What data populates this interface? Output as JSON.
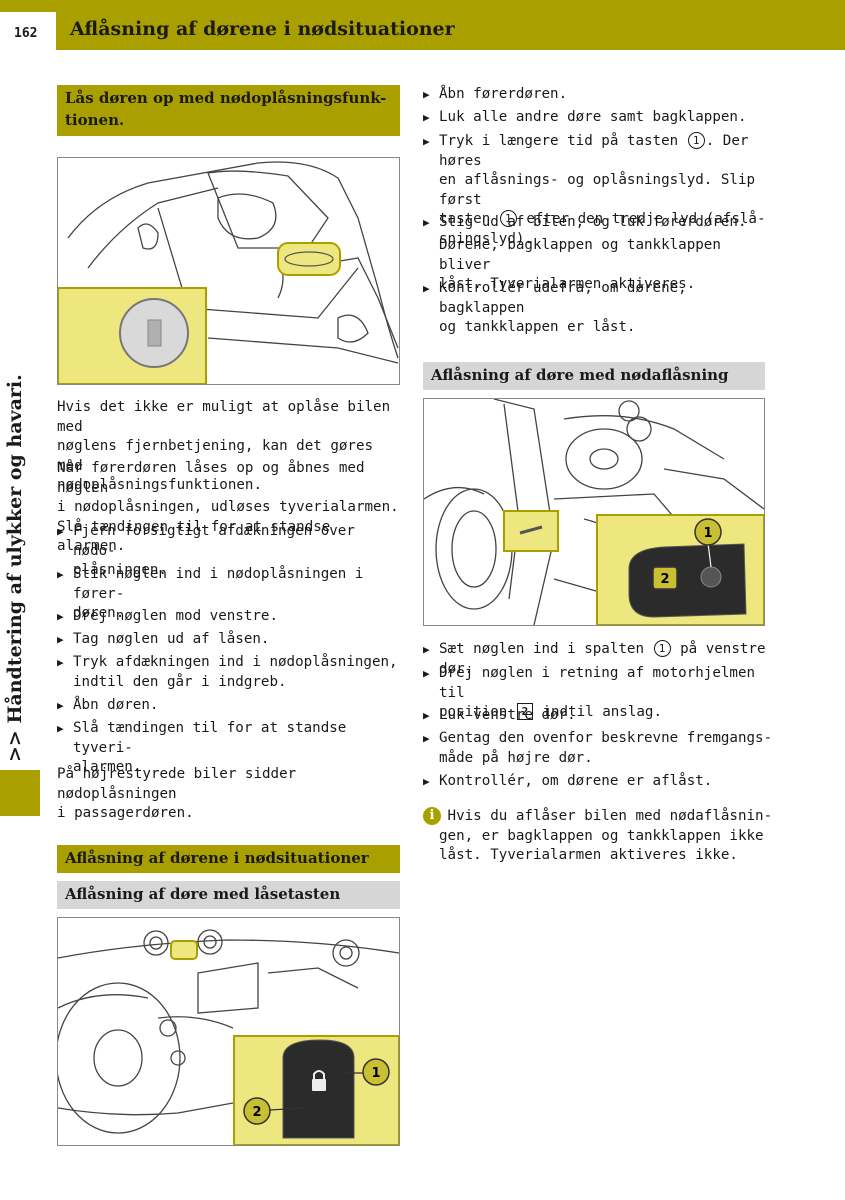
{
  "header": {
    "page_number": "162",
    "title": "Aflåsning af dørene i nødsituationer"
  },
  "sidebar": {
    "label": ">> Håndtering af ulykker og havari."
  },
  "left": {
    "section1_heading": "Lås døren op med nødoplåsningsfunk-tionen.",
    "intro_lines": [
      "Hvis det ikke er muligt at oplåse bilen med",
      "nøglens fjernbetjening, kan det gøres med",
      "nødoplåsningsfunktionen.",
      "Når førerdøren låses op og åbnes med nøglen",
      "i nødoplåsningen, udløses tyverialarmen.",
      "Slå tændingen til for at standse alarmen."
    ],
    "steps": [
      [
        "Fjern forsigtigt afdækningen over nødo-",
        "plåsningen."
      ],
      [
        "Stik nøglen ind i nødoplåsningen i fører-",
        "døren."
      ],
      [
        "Drej nøglen mod venstre."
      ],
      [
        "Tag nøglen ud af låsen."
      ],
      [
        "Tryk afdækningen ind i nødoplåsningen,",
        "indtil den går i indgreb."
      ],
      [
        "Åbn døren."
      ],
      [
        "Slå tændingen til for at standse tyveri-",
        "alarmen."
      ]
    ],
    "rhd_note_lines": [
      "På højrestyrede biler sidder nødoplåsningen",
      "i passagerdøren."
    ],
    "section2_heading": "Aflåsning af dørene i nødsituationer",
    "section3_heading": "Aflåsning af døre med låsetasten",
    "fig3_callouts": [
      "1",
      "2"
    ]
  },
  "right": {
    "steps_top": {
      "s1": "Åbn førerdøren.",
      "s2": "Luk alle andre døre samt bagklappen.",
      "s3_l1_a": "Tryk i længere tid på tasten",
      "s3_l1_b": ". Der høres",
      "s3_l2": "en aflåsnings- og oplåsningslyd. Slip først",
      "s3_l3_a": "tasten",
      "s3_l3_b": "efter den tredje lyd (afslå-",
      "s3_l4": "sningslyd).",
      "s4": "Stig ud af bilen, og luk førerdøren.",
      "result_l1": "Dørene, bagklappen og tankklappen bliver",
      "result_l2": "låst. Tyverialarmen aktiveres.",
      "s5_l1": "Kontrollér udefra, om dørene, bagklappen",
      "s5_l2": "og tankklappen er låst.",
      "ref1": "1"
    },
    "section4_heading": "Aflåsning af døre med nødaflåsning",
    "fig4_callouts": [
      "1",
      "2"
    ],
    "steps_bottom": {
      "b1_a": "Sæt nøglen ind i spalten",
      "b1_b": "på venstre dør.",
      "b2_l1": "Drej nøglen i retning af motorhjelmen til",
      "b2_l2_a": "position",
      "b2_l2_b": "indtil anslag.",
      "b3": "Luk venstre dør.",
      "b4_l1": "Gentag den ovenfor beskrevne fremgangs-",
      "b4_l2": "måde på højre dør.",
      "b5": "Kontrollér, om dørene er aflåst.",
      "ref1": "1",
      "ref2": "2"
    },
    "info_lines": [
      "Hvis du aflåser bilen med nødaflåsnin-",
      "gen, er bagklappen og tankklappen ikke",
      "låst. Tyverialarmen aktiveres ikke."
    ],
    "info_icon": "i"
  },
  "colors": {
    "accent": "#a9a000",
    "grey_heading": "#d6d6d6",
    "highlight": "#eee780"
  }
}
